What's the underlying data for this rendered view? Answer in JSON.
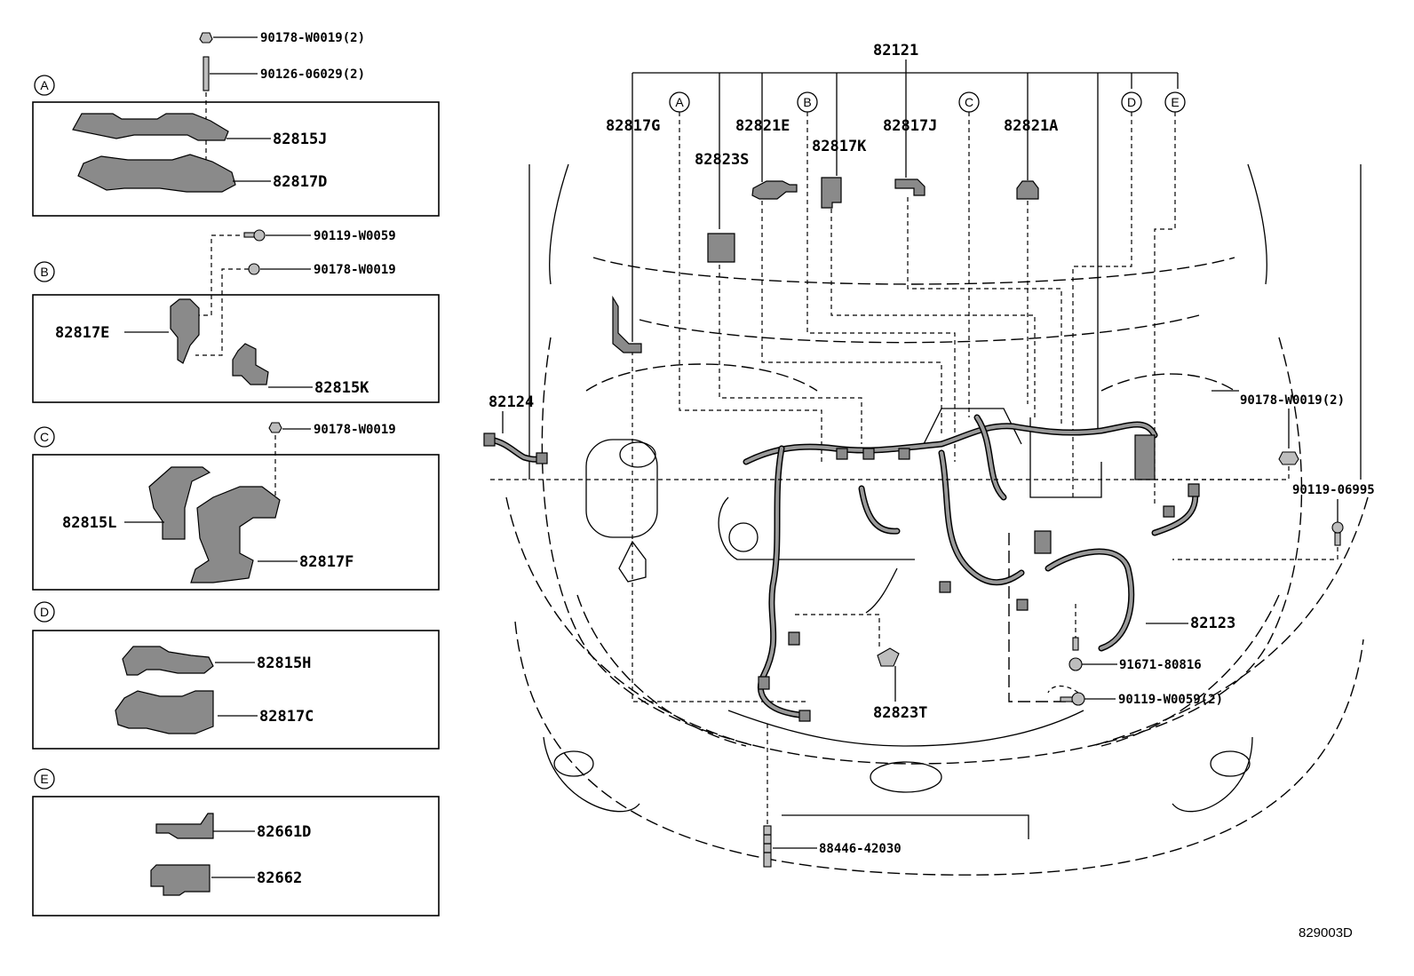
{
  "diagram_ref": "829003D",
  "main_harness": "82121",
  "fasteners": {
    "a_nut": "90178-W0019(2)",
    "a_stud": "90126-06029(2)",
    "b_bolt": "90119-W0059",
    "b_nut": "90178-W0019",
    "c_nut": "90178-W0019",
    "r_nut": "90178-W0019(2)",
    "r_bolt": "90119-06995",
    "bolt_91671": "91671-80816",
    "bolt_w0059_2": "90119-W0059(2)",
    "stud_88446": "88446-42030"
  },
  "panels": {
    "A": {
      "letter": "A",
      "parts": [
        "82815J",
        "82817D"
      ]
    },
    "B": {
      "letter": "B",
      "parts": [
        "82817E",
        "82815K"
      ]
    },
    "C": {
      "letter": "C",
      "parts": [
        "82815L",
        "82817F"
      ]
    },
    "D": {
      "letter": "D",
      "parts": [
        "82815H",
        "82817C"
      ]
    },
    "E": {
      "letter": "E",
      "parts": [
        "82661D",
        "82662"
      ]
    }
  },
  "callouts": {
    "c82817G": "82817G",
    "c82821E": "82821E",
    "c82823S": "82823S",
    "c82817K": "82817K",
    "c82817J": "82817J",
    "c82821A": "82821A",
    "c82124": "82124",
    "c82123": "82123",
    "c82823T": "82823T"
  }
}
